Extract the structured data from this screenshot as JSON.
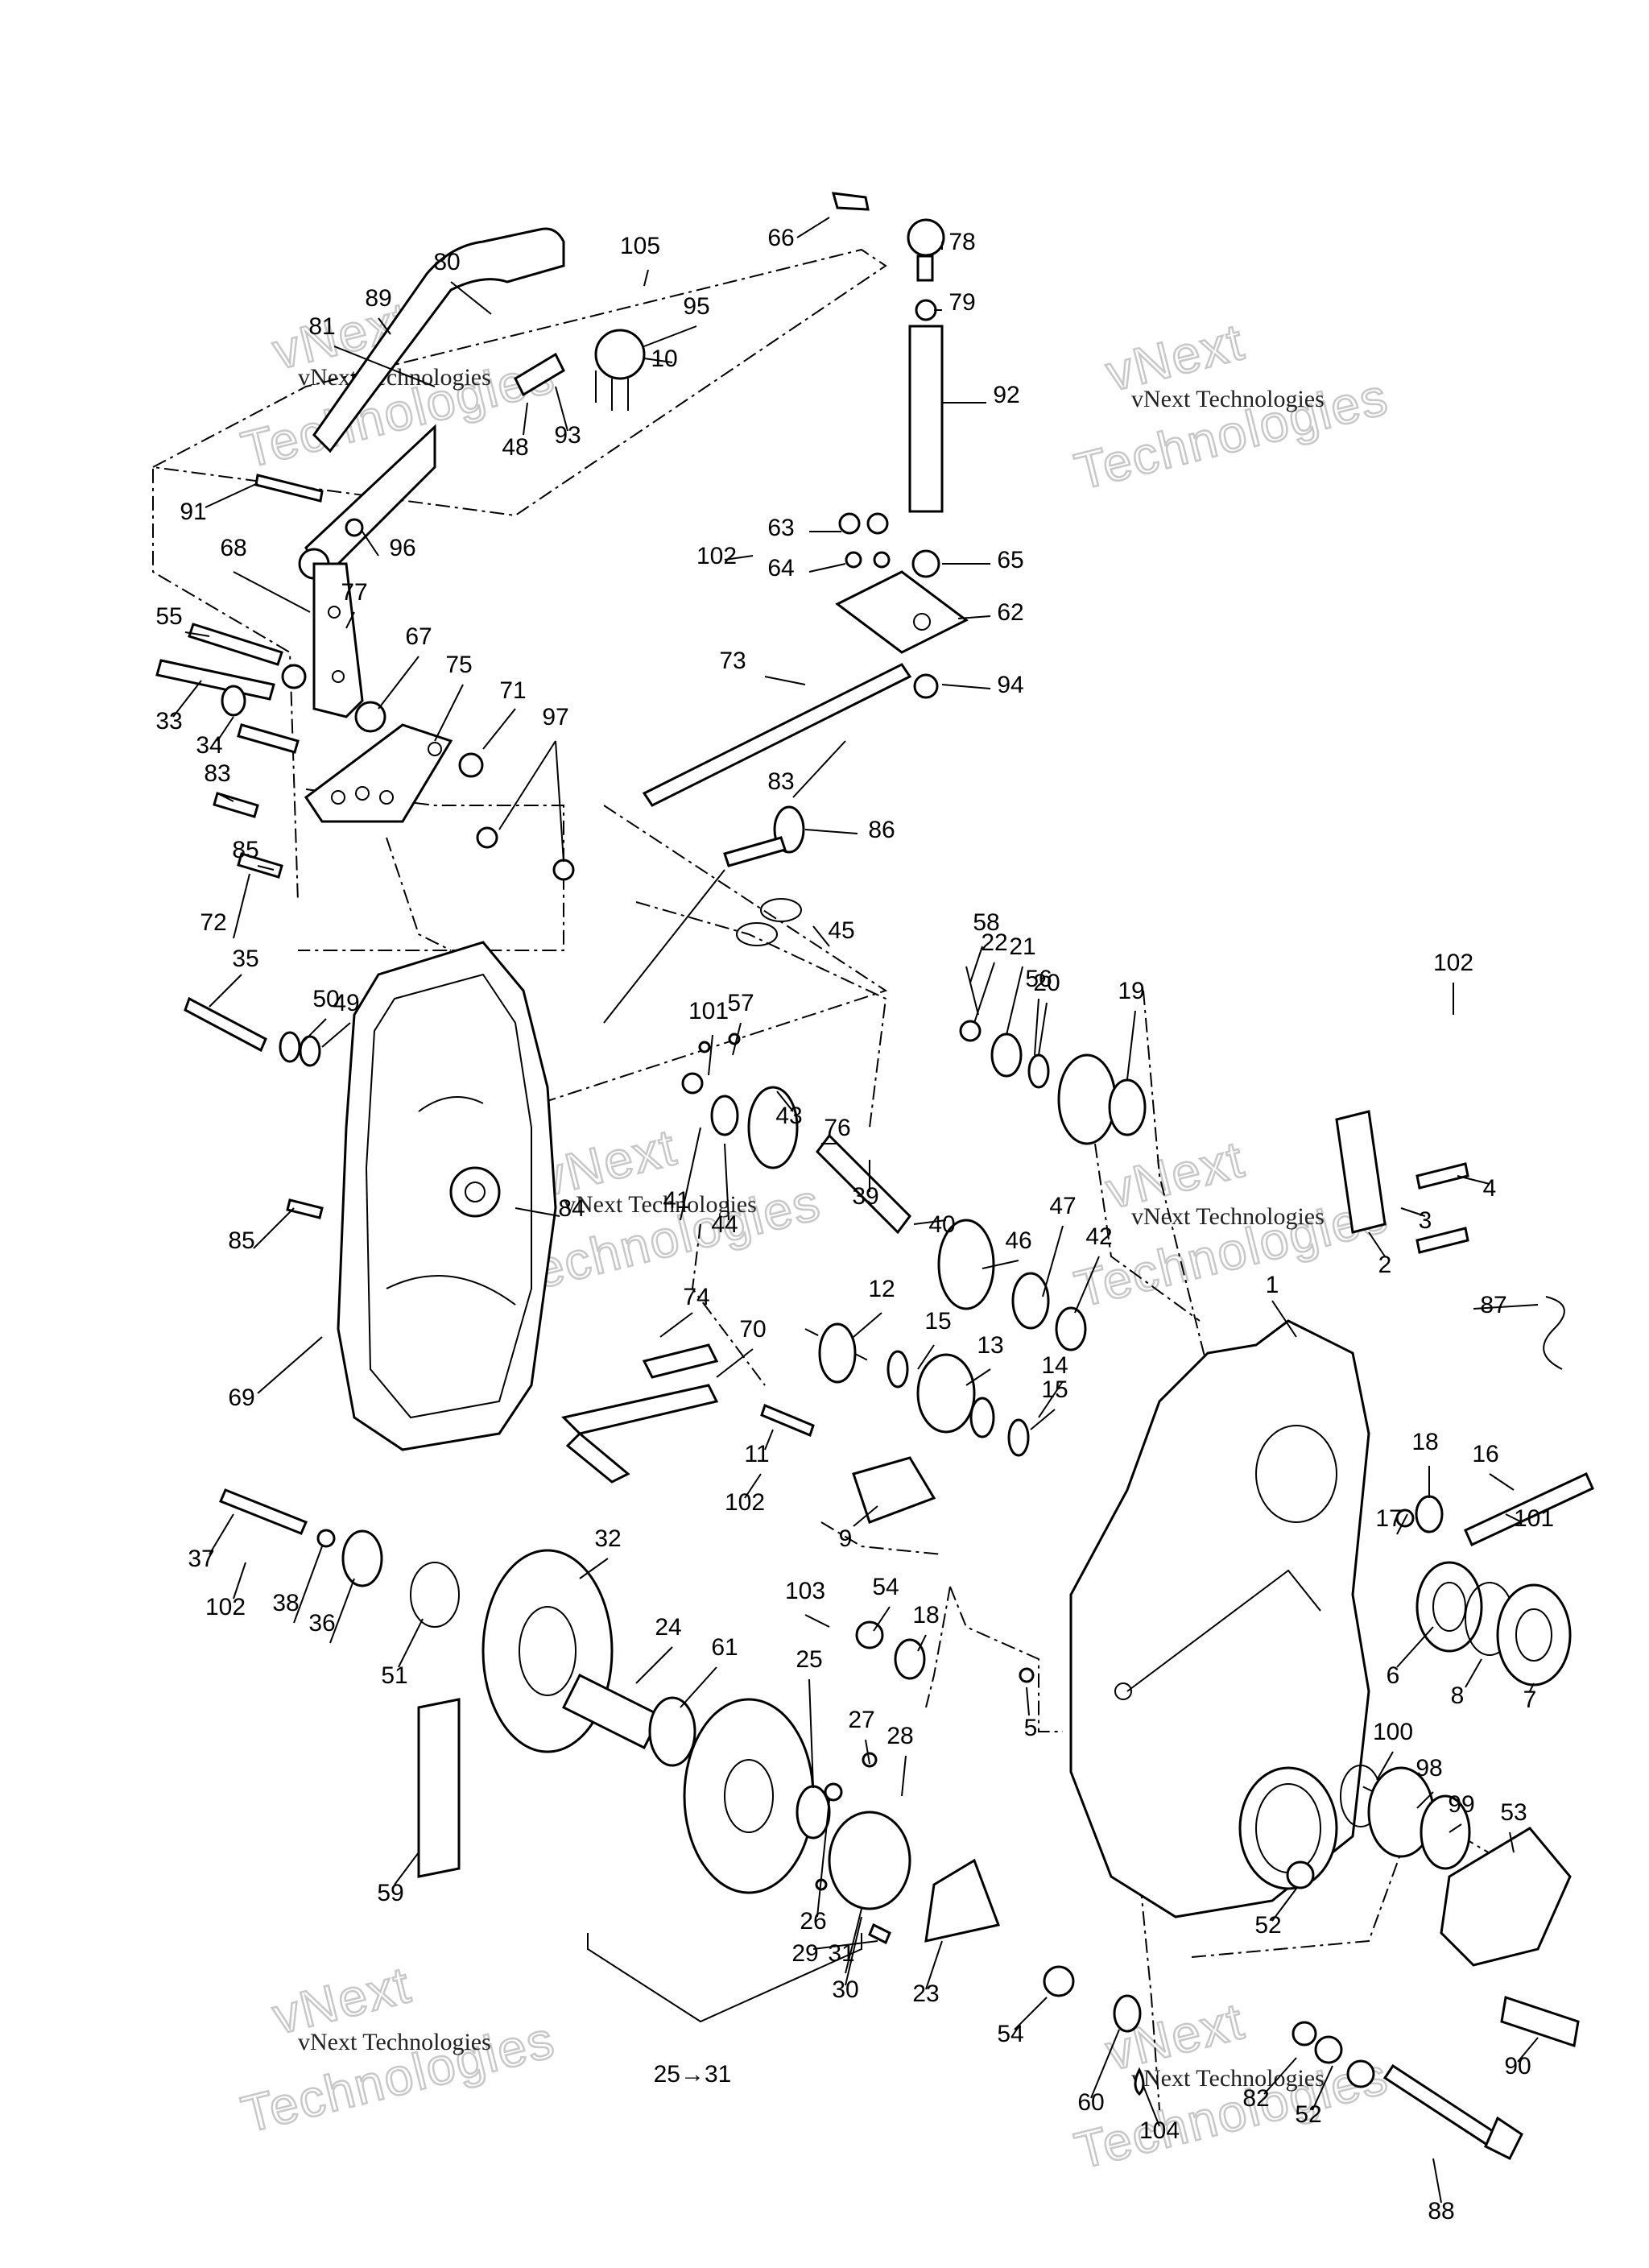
{
  "watermark": {
    "line1": "vNext Technologies",
    "line2": "Technologies",
    "line3": "vNext"
  },
  "callouts": [
    "1",
    "2",
    "3",
    "4",
    "5",
    "6",
    "7",
    "8",
    "9",
    "10",
    "11",
    "12",
    "13",
    "14",
    "15",
    "15",
    "16",
    "17",
    "18",
    "18",
    "19",
    "20",
    "21",
    "22",
    "23",
    "24",
    "25",
    "26",
    "27",
    "28",
    "29",
    "30",
    "31",
    "32",
    "33",
    "34",
    "35",
    "36",
    "37",
    "38",
    "39",
    "40",
    "41",
    "42",
    "43",
    "44",
    "45",
    "46",
    "47",
    "48",
    "49",
    "50",
    "51",
    "52",
    "52",
    "53",
    "54",
    "54",
    "55",
    "56",
    "57",
    "58",
    "59",
    "60",
    "61",
    "62",
    "63",
    "64",
    "65",
    "66",
    "67",
    "68",
    "69",
    "70",
    "71",
    "72",
    "73",
    "74",
    "75",
    "76",
    "77",
    "78",
    "79",
    "80",
    "81",
    "82",
    "83",
    "83",
    "84",
    "85",
    "85",
    "86",
    "87",
    "88",
    "89",
    "90",
    "91",
    "92",
    "93",
    "94",
    "95",
    "96",
    "97",
    "98",
    "99",
    "100",
    "101",
    "101",
    "102",
    "102",
    "102",
    "102",
    "103",
    "104",
    "105",
    "25→31"
  ]
}
